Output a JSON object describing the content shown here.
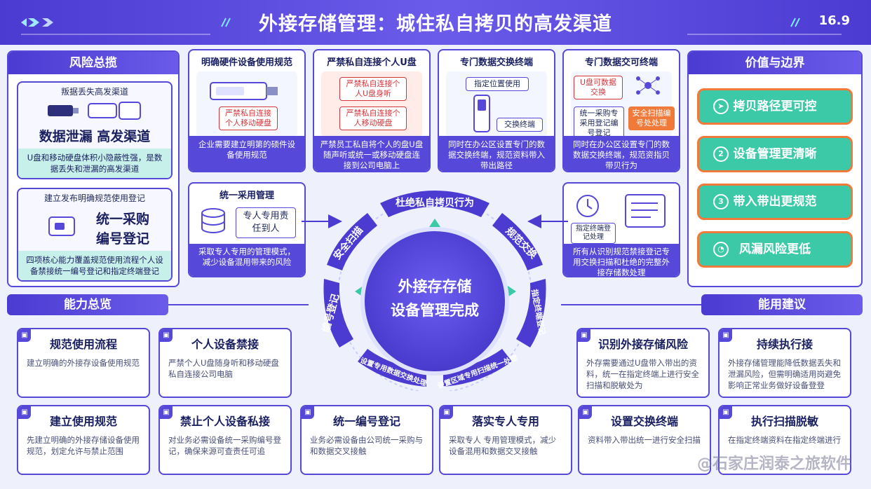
{
  "header": {
    "title": "外接存储管理：城住私自拷贝的高发渠道",
    "page_number": "16.9"
  },
  "risk_overview": {
    "title": "风险总揽",
    "card1": {
      "top_label": "叛据丢失高发渠道",
      "headline": "数据泄漏 高发渠道",
      "footer": "U盘和移动硬盘体积小隐蔽性强，是数据丢失和泄漏的高发渠道"
    },
    "card2": {
      "top_label": "建立发布明确规范使用登记",
      "line1": "统一采购",
      "line2": "编号登记",
      "footer": "四项核心能力覆盖规范使用流程个人设备禁接统一编号登记和指定终端登记"
    }
  },
  "top_cards": [
    {
      "title": "明确硬件设备使用规范",
      "badge": "严禁私自连接个人移动硬盘",
      "footer": "企业需要建立明第的硕件设备使用规范"
    },
    {
      "title": "严禁私自连接个人U盘",
      "badge1": "严禁私自连接个人U盘身听",
      "badge2": "严禁私自连接个人移动硬盘",
      "footer": "严禁员工私自将个人的盘U盘随声听或统一或移动硬盘连接到公司电脑上"
    },
    {
      "title": "专门数据交换终端",
      "label1": "指定位置使用",
      "label2": "交换终端",
      "footer": "同时在办公区设置专门的数据交换终端，规范资料带入带出路径"
    },
    {
      "title": "专门数据交可终端",
      "label1": "U盘可数据交换",
      "label2": "统一采购专采用登记编号登记",
      "badge": "安全扫描编号处处理",
      "footer": "同时在办公区设置专门的数数据交换终端，规范资指贝带贝行为"
    }
  ],
  "side_cards": {
    "left": {
      "title": "统一采用管理",
      "box": "专人专用责任到人",
      "footer": "采取专人专用的管理模式，减少设备混用带来的风险"
    },
    "right": {
      "label": "指定终端登记处理",
      "footer": "所有从识别规范禁接登记专用交换扫描和杜绝的完整外接存储数处理"
    }
  },
  "cycle": {
    "center": [
      "外接存存储",
      "设备管理完成"
    ],
    "segments": [
      "杜绝私自拷贝行为",
      "规范交换",
      "指定终端登记",
      "设置区域专用扫描统一处理",
      "设置专用数据交换处理",
      "编号登记",
      "安全扫描"
    ]
  },
  "value_boundary": {
    "title": "价值与边界",
    "items": [
      "拷贝路径更可控",
      "设备管理更清晰",
      "带入带出更规范",
      "风漏风险更低"
    ]
  },
  "capabilities": {
    "title": "能力总览",
    "items": [
      {
        "title": "规范使用流程",
        "desc": "建立明确的外接存设备使用规范"
      },
      {
        "title": "个人设备禁接",
        "desc": "严禁个人U盘随身听和移动硬盘私自连接公司电脑"
      },
      {
        "title": "建立使用规范",
        "desc": "先建立明确的外接存储设备使用规范，划定允许与禁止范围"
      },
      {
        "title": "禁止个人设备私接",
        "desc": "对业务必需设备统一采购编号登记，确保来源可查责任可追"
      },
      {
        "title": "统一编号登记",
        "desc": "业务必需设备由公司统一采购与和数据交叉接触"
      },
      {
        "title": "落实专人专用",
        "desc": "采取专人 专用管理模式，减少设备混用和数据交叉接触"
      }
    ]
  },
  "suggestions": {
    "title": "能用建议",
    "items": [
      {
        "title": "识别外接存储风险",
        "desc": "外存需要通过U盘带入带出的资料，统一在指定终端上进行安全扫描和脱敏处为"
      },
      {
        "title": "持续执行接",
        "desc": "外接存储管理能降低数据丢失和泄漏风险，但需明确适用岗避免影响正常业务做好设备登登"
      },
      {
        "title": "设置交换终端",
        "desc": "资料带入带出统一进行安全扫描"
      },
      {
        "title": "执行扫描脱敏",
        "desc": "在指定终端资料在指定终端进行"
      }
    ]
  },
  "watermark": "@石家庄润泰之旅软件",
  "colors": {
    "primary": "#5648d8",
    "accent_teal": "#3cc9a8",
    "accent_orange": "#f07a3a",
    "warning_red": "#d4383d"
  }
}
